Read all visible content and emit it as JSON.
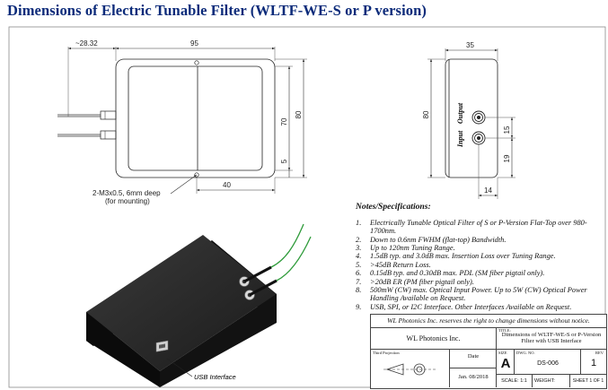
{
  "page": {
    "title": "Dimensions of Electric Tunable Filter (WLTF-WE-S or P version)"
  },
  "drawing": {
    "top_view": {
      "dim_overhang": "~28.32",
      "dim_width": "95",
      "dim_inner_height": "70",
      "dim_outer_height": "80",
      "dim_bottom_offset": "5",
      "dim_hole_offset": "40",
      "hole_note_line1": "2-M3x0.5, 6mm deep",
      "hole_note_line2": "(for mounting)"
    },
    "side_view": {
      "dim_width": "35",
      "dim_height": "80",
      "dim_port_spacing": "15",
      "dim_port_bottom": "19",
      "dim_port_offset": "14",
      "label_input": "Input",
      "label_output": "Output"
    },
    "iso_view": {
      "usb_label": "USB Interface"
    }
  },
  "notes": {
    "heading": "Notes/Specifications:",
    "items": [
      {
        "num": "1.",
        "text": "Electrically Tunable Optical Filter of S or P-Version Flat-Top over 980-1700nm."
      },
      {
        "num": "2.",
        "text": "Down to 0.6nm FWHM (flat-top) Bandwidth."
      },
      {
        "num": "3.",
        "text": "Up to 120nm Tuning Range."
      },
      {
        "num": "4.",
        "text": "1.5dB typ. and 3.0dB max. Insertion Loss over Tuning Range."
      },
      {
        "num": "5.",
        "text": ">45dB Return Loss."
      },
      {
        "num": "6.",
        "text": "0.15dB typ. and 0.30dB max. PDL (SM fiber pigtail only)."
      },
      {
        "num": "7.",
        "text": ">20dB ER (PM fiber pigtail only)."
      },
      {
        "num": "8.",
        "text": "500mW (CW) max. Optical Input Power. Up to 5W (CW) Optical Power Handling Available on Request."
      },
      {
        "num": "9.",
        "text": "USB, SPI, or I2C Interface. Other Interfaces Available on Request."
      }
    ]
  },
  "title_block": {
    "disclaimer": "WL Photonics Inc. reserves the right to change dimensions without notice.",
    "company": "WL Photonics Inc.",
    "title_label": "TITLE:",
    "title": "Dimensions of WLTF-WE-S or P-Version Filter with USB Interface",
    "projection_label": "Third Projection",
    "date_label": "Date",
    "date": "Jan. 08/2018",
    "size_label": "SIZE",
    "size": "A",
    "dwg_label": "DWG. NO.",
    "dwg_no": "DS-006",
    "rev_label": "REV",
    "rev": "1",
    "scale": "SCALE: 1:1",
    "weight": "WEIGHT:",
    "sheet": "SHEET 1 OF 1"
  }
}
